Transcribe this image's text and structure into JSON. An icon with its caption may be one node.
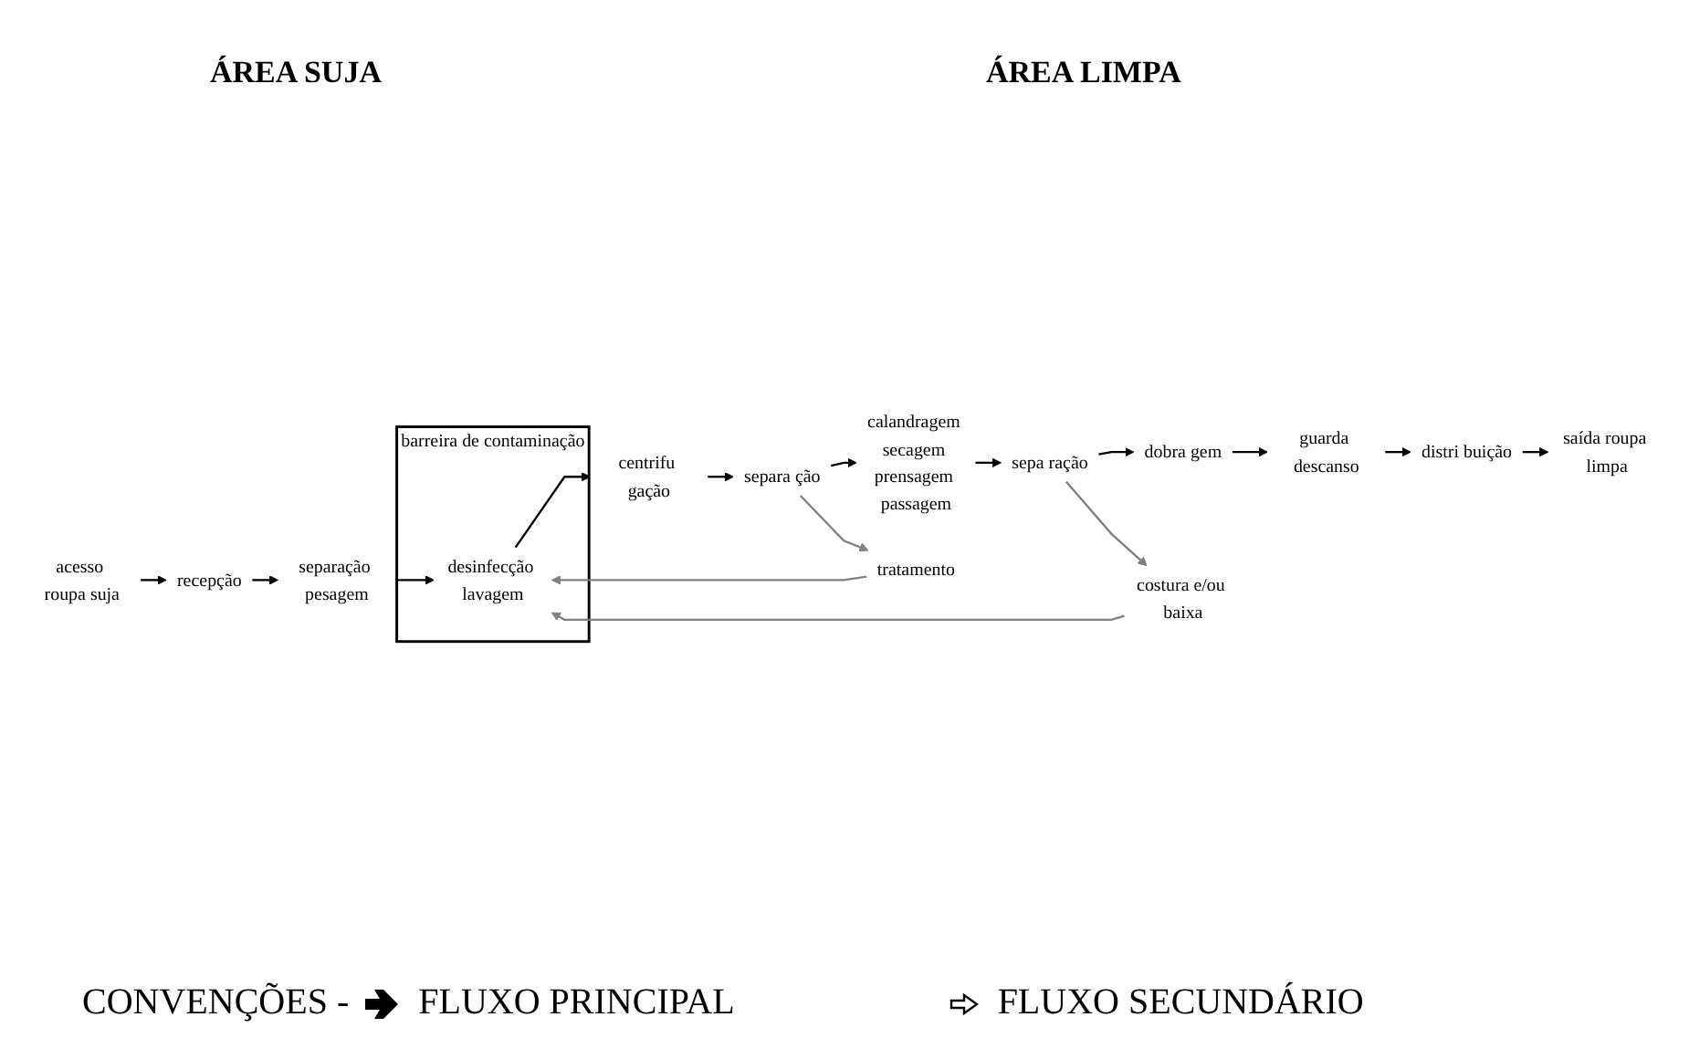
{
  "diagram": {
    "nodes": [
      {
        "text": [
          "acesso roupa suja"
        ]
      },
      {
        "text": [
          "recepção"
        ]
      },
      {
        "text": [
          "separação pesagem"
        ]
      },
      {
        "text": [
          "barreira de contaminação"
        ]
      },
      {
        "text": [
          "desinfecção lavagem"
        ],
        "in": 3
      },
      {
        "text": [
          "centrifu gação"
        ]
      },
      {
        "text": [
          "separa ção"
        ]
      },
      {
        "text": [
          "calandragem secagem prensagem passagem"
        ]
      },
      {
        "text": [
          "sepa ração"
        ]
      },
      {
        "text": [
          "dobra gem"
        ]
      },
      {
        "text": [
          "guarda descanso"
        ]
      },
      {
        "text": [
          "distri buição"
        ]
      },
      {
        "text": [
          "saída roupa limpa"
        ]
      },
      {
        "text": [
          "tratamento"
        ]
      },
      {
        "text": [
          "costura e/ou baixa"
        ]
      }
    ],
    "edges": [
      {
        "from": 0,
        "to": 1,
        "arrow": "to"
      },
      {
        "from": 1,
        "to": 2,
        "arrow": "to"
      },
      {
        "from": 2,
        "to": 4,
        "arrow": "to"
      },
      {
        "from": 4,
        "to": 5,
        "arrow": "to"
      },
      {
        "from": 5,
        "to": 6,
        "arrow": "to"
      },
      {
        "from": 6,
        "to": 7,
        "arrow": "to"
      },
      {
        "from": 7,
        "to": 8,
        "arrow": "to"
      },
      {
        "from": 8,
        "to": 9,
        "arrow": "to"
      },
      {
        "from": 9,
        "to": 10,
        "arrow": "to"
      },
      {
        "from": 10,
        "to": 11,
        "arrow": "to"
      },
      {
        "from": 11,
        "to": 12,
        "arrow": "to"
      },
      {
        "from": 6,
        "to": 13,
        "arrow": "to",
        "color": "#808080"
      },
      {
        "from": 13,
        "to": 4,
        "arrow": "to",
        "color": "#808080"
      },
      {
        "from": 8,
        "to": 14,
        "arrow": "to",
        "color": "#808080"
      },
      {
        "from": 14,
        "to": 4,
        "arrow": "to",
        "color": "#808080"
      }
    ],
    "labels": [
      "ÁREA SUJA",
      "ÁREA LIMPA",
      "CONVENÇÕES -"
    ],
    "legend": [
      {
        "text": "FLUXO PRINCIPAL"
      },
      {
        "text": "FLUXO SECUNDÁRIO"
      }
    ]
  }
}
